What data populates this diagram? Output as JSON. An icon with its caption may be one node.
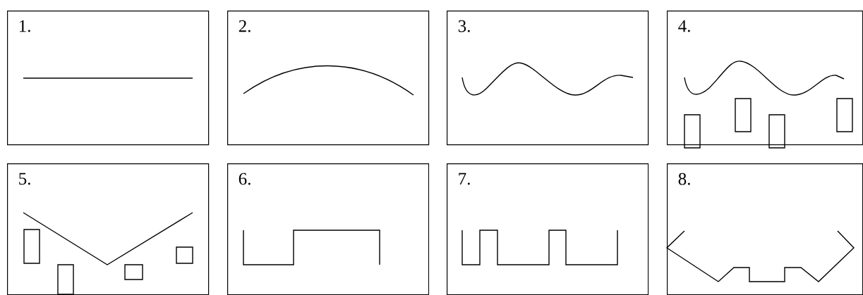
{
  "diagram": {
    "nodes": [
      {
        "text": [
          "1."
        ]
      },
      {
        "text": [
          "2."
        ]
      },
      {
        "text": [
          "3."
        ]
      },
      {
        "text": [
          "4."
        ]
      },
      {
        "text": [
          "5."
        ]
      },
      {
        "text": [
          "6."
        ]
      },
      {
        "text": [
          "7."
        ]
      },
      {
        "text": [
          "8."
        ]
      }
    ]
  }
}
